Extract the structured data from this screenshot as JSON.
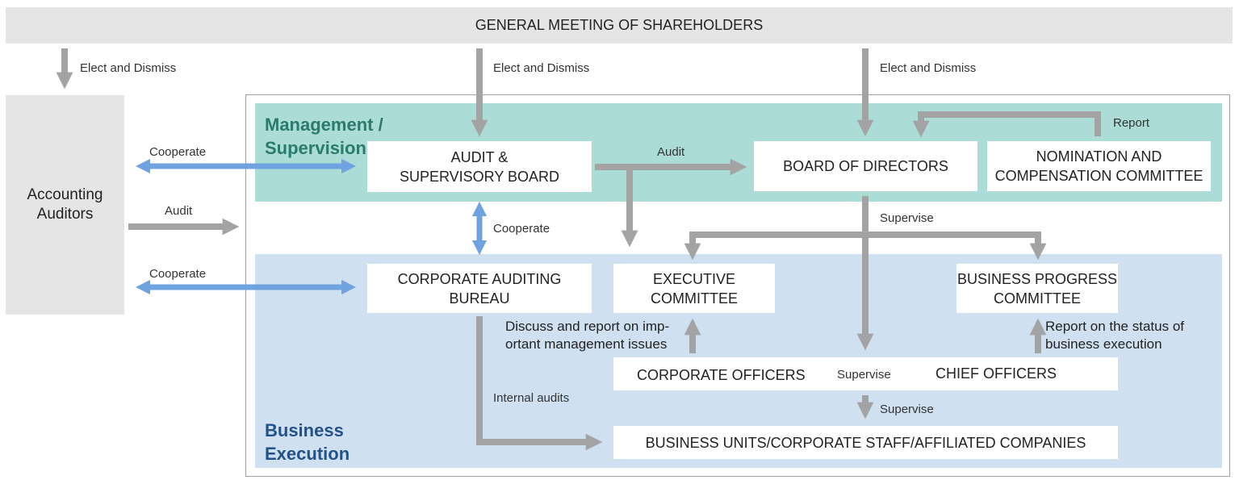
{
  "top_banner": "GENERAL MEETING OF SHAREHOLDERS",
  "accounting_auditors": "Accounting\nAuditors",
  "sections": {
    "management": "Management /\nSupervision",
    "execution": "Business\nExecution"
  },
  "boxes": {
    "audit_board": "AUDIT &\nSUPERVISORY BOARD",
    "board_of_directors": "BOARD OF DIRECTORS",
    "nomination": "NOMINATION AND\nCOMPENSATION COMMITTEE",
    "auditing_bureau": "CORPORATE AUDITING\nBUREAU",
    "executive_committee": "EXECUTIVE\nCOMMITTEE",
    "business_progress": "BUSINESS PROGRESS\nCOMMITTEE",
    "corporate_officers": "CORPORATE OFFICERS",
    "chief_officers": "CHIEF OFFICERS",
    "business_units": "BUSINESS UNITS/CORPORATE STAFF/AFFILIATED COMPANIES"
  },
  "labels": {
    "elect_dismiss_1": "Elect and Dismiss",
    "elect_dismiss_2": "Elect and Dismiss",
    "elect_dismiss_3": "Elect and Dismiss",
    "report": "Report",
    "cooperate_1": "Cooperate",
    "audit_1": "Audit",
    "audit_2": "Audit",
    "cooperate_2": "Cooperate",
    "supervise_1": "Supervise",
    "cooperate_3": "Cooperate",
    "discuss_report": "Discuss and report on imp-\nortant management issues",
    "report_status": "Report on the status of\nbusiness execution",
    "supervise_2": "Supervise",
    "internal_audits": "Internal audits",
    "supervise_3": "Supervise"
  },
  "colors": {
    "gray_arrow": "#a3a3a3",
    "blue_arrow": "#6ea3df",
    "management_band": "#abddd6",
    "execution_band": "#cfe0f1",
    "panel_gray": "#e5e5e5"
  }
}
